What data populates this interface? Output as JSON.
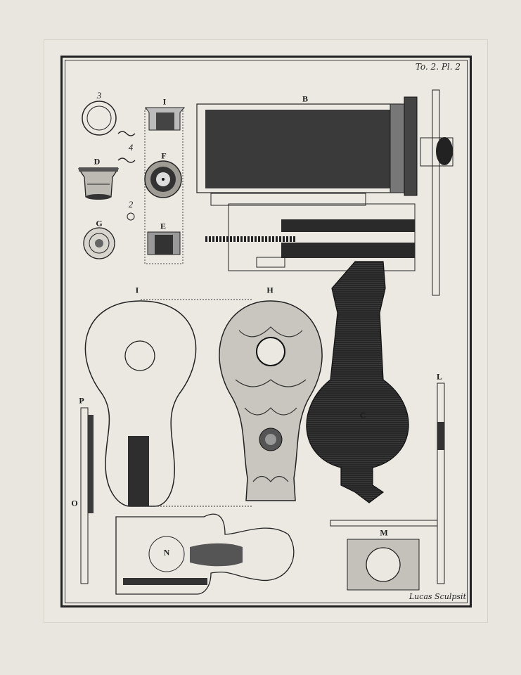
{
  "plate": {
    "reference": "To. 2. Pl. 2",
    "engraver_signature": "Lucas Sculpsit"
  },
  "figure_labels": {
    "three": "3",
    "i_top": "I",
    "b": "B",
    "d": "D",
    "four": "4",
    "f": "F",
    "two": "2",
    "g": "G",
    "e": "E",
    "i_mid": "I",
    "h": "H",
    "c": "C",
    "p": "P",
    "l": "L",
    "o": "O",
    "m": "M",
    "n": "N"
  },
  "colors": {
    "ink": "#1e1e1e",
    "paper": "#ebe8e1",
    "page": "#e9e6df"
  }
}
